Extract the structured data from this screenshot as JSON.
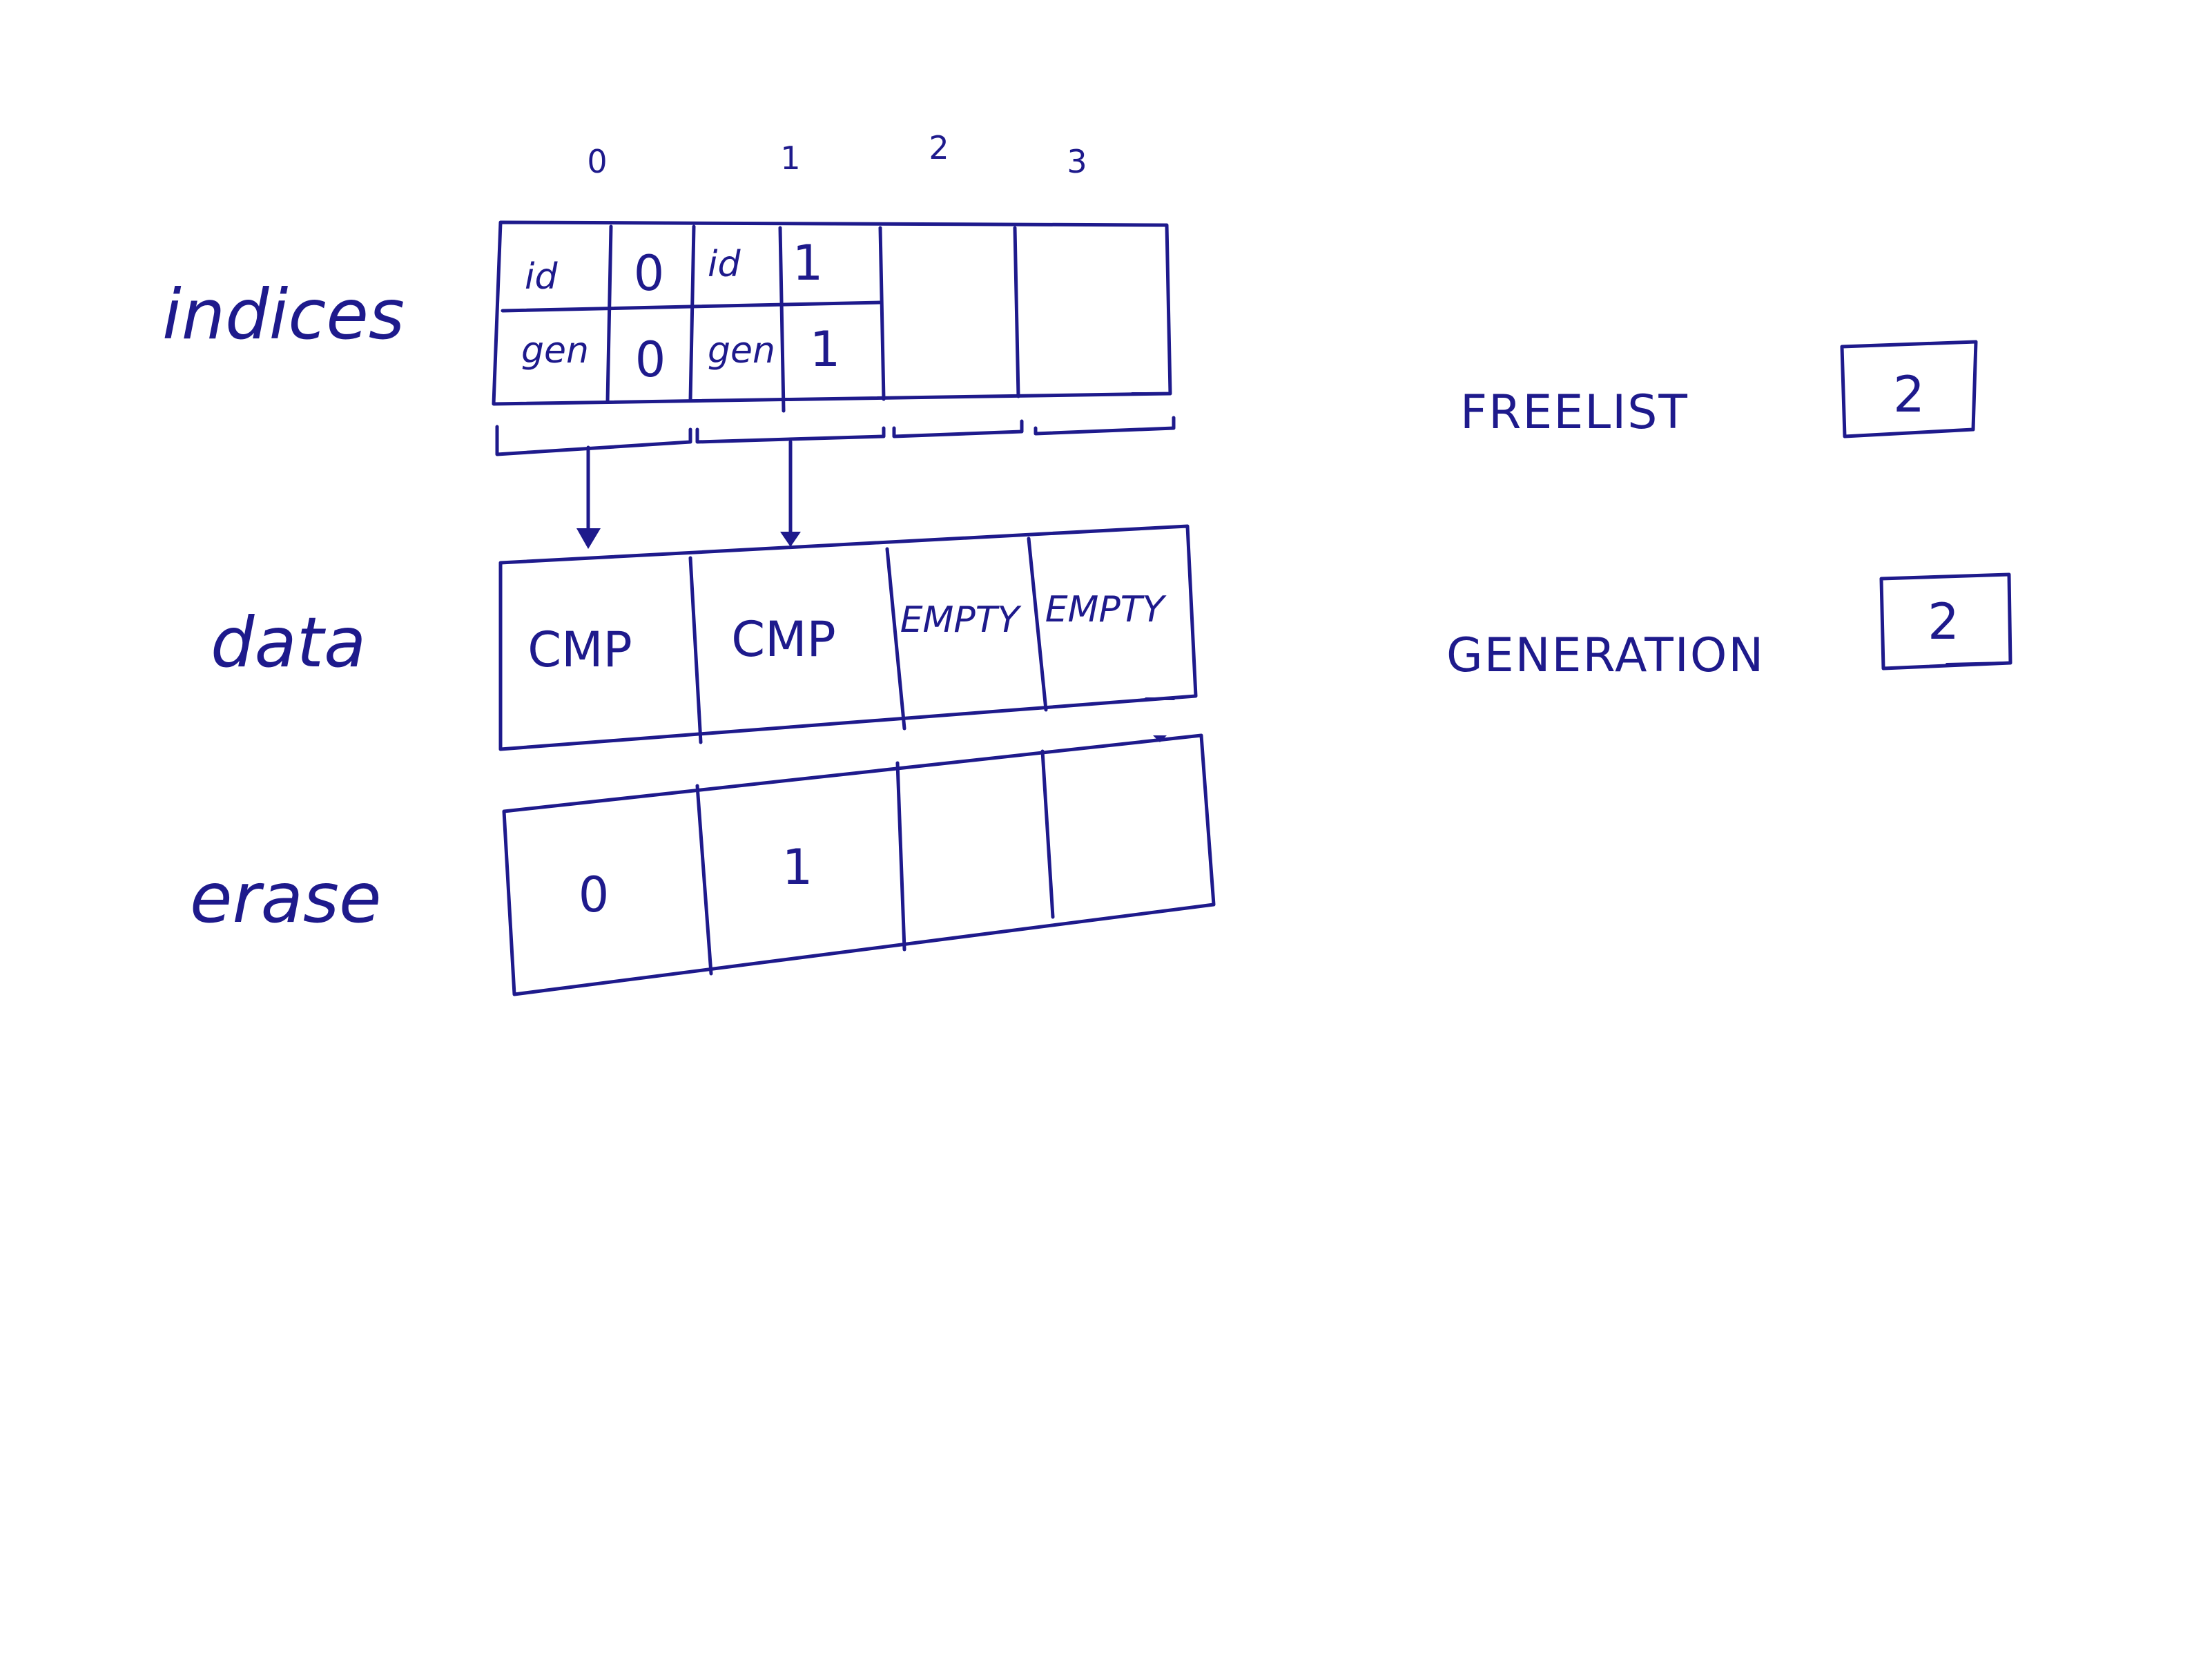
{
  "colors": {
    "ink": "#1e1a8c",
    "paper": "#ffffff"
  },
  "column_indices": [
    "0",
    "1",
    "2",
    "3"
  ],
  "rows": {
    "indices": {
      "label": "indices",
      "cells": [
        {
          "id_label": "id",
          "id_value": "0",
          "gen_label": "gen",
          "gen_value": "0"
        },
        {
          "id_label": "id",
          "id_value": "1",
          "gen_label": "gen",
          "gen_value": "1"
        },
        {
          "id_label": "",
          "id_value": "",
          "gen_label": "",
          "gen_value": ""
        },
        {
          "id_label": "",
          "id_value": "",
          "gen_label": "",
          "gen_value": ""
        }
      ]
    },
    "data": {
      "label": "data",
      "cells": [
        "CMP",
        "CMP",
        "EMPTY",
        "EMPTY"
      ]
    },
    "erase": {
      "label": "erase",
      "cells": [
        "0",
        "1",
        "",
        ""
      ]
    }
  },
  "freelist": {
    "label": "FREELIST",
    "value": "2"
  },
  "generation": {
    "label": "GENERATION",
    "value": "2"
  }
}
